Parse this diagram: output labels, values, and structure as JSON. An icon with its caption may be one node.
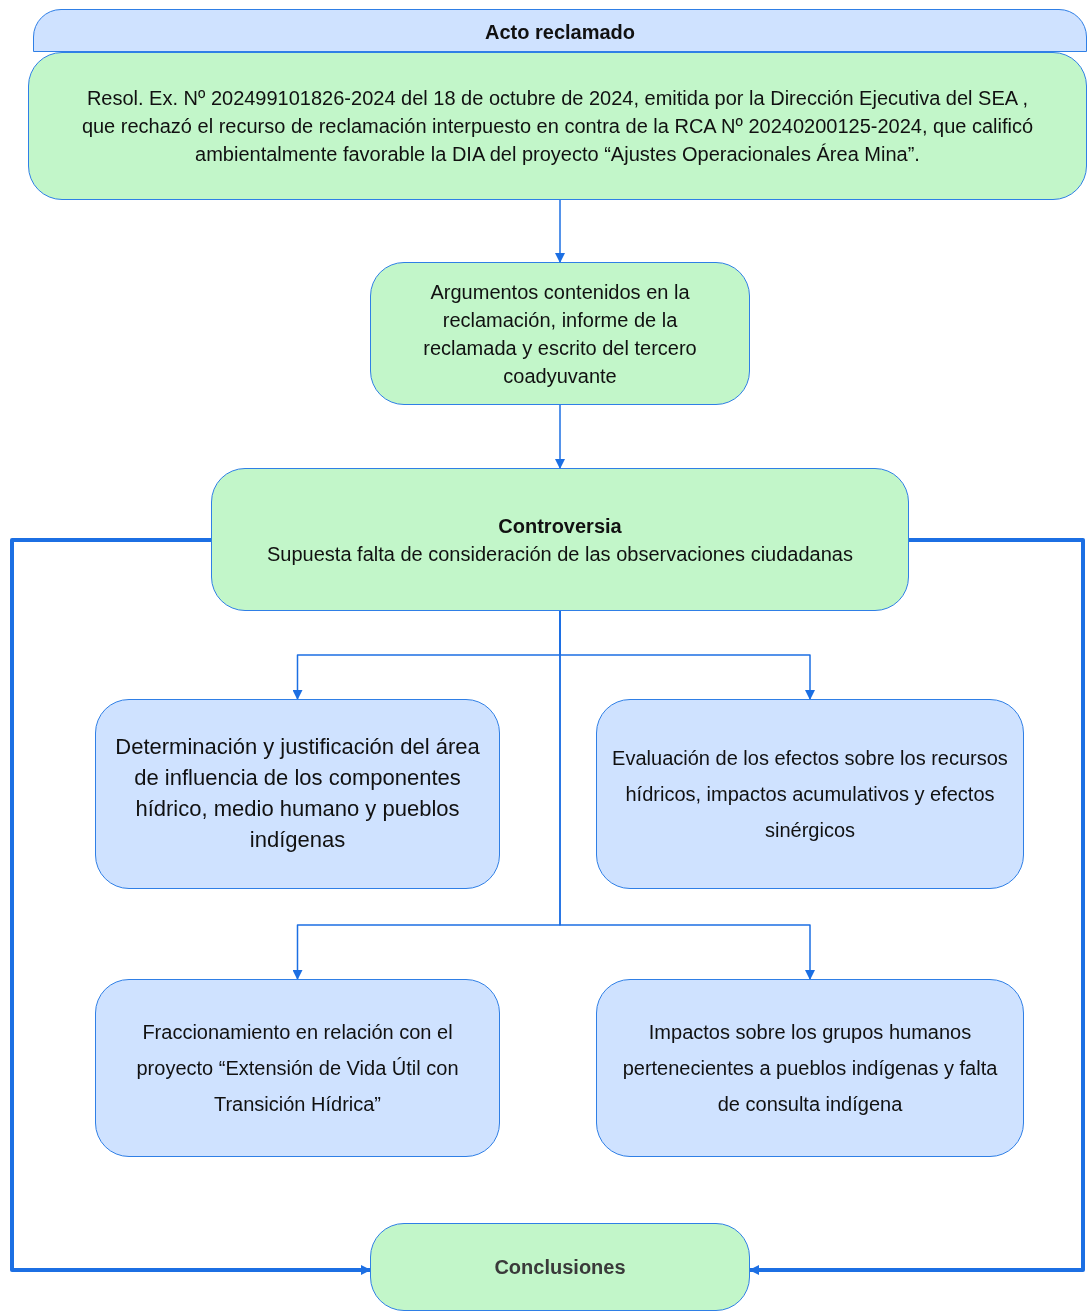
{
  "diagram": {
    "nodes": [
      {
        "text": [
          "Acto reclamado"
        ]
      },
      {
        "text": [
          "Resol. Ex. Nº 202499101826-2024 del 18 de octubre de 2024, emitida por la Dirección Ejecutiva del SEA , que rechazó el recurso de reclamación interpuesto en contra de la RCA Nº 20240200125-2024, que calificó ambientalmente favorable la DIA del proyecto “Ajustes Operacionales Área Mina”."
        ]
      },
      {
        "text": [
          "Argumentos contenidos en la reclamación, informe de la reclamada y escrito del tercero coadyuvante"
        ]
      },
      {
        "text": [
          "Controversia",
          "Supuesta falta de consideración de las observaciones ciudadanas"
        ]
      },
      {
        "text": [
          "Determinación y justificación del área de influencia de los componentes hídrico, medio humano y pueblos indígenas"
        ]
      },
      {
        "text": [
          "Evaluación de los efectos sobre los recursos hídricos, impactos acumulativos y efectos sinérgicos"
        ]
      },
      {
        "text": [
          "Fraccionamiento en relación con el proyecto “Extensión de Vida Útil con Transición Hídrica”"
        ]
      },
      {
        "text": [
          "Impactos sobre los grupos humanos pertenecientes a pueblos indígenas y falta de consulta indígena"
        ]
      },
      {
        "text": [
          "Conclusiones"
        ]
      }
    ],
    "edges": [
      {
        "from": 1,
        "to": 2,
        "arrow": "to"
      },
      {
        "from": 2,
        "to": 3,
        "arrow": "to"
      },
      {
        "from": 3,
        "to": 4,
        "arrow": "to"
      },
      {
        "from": 3,
        "to": 5,
        "arrow": "to"
      },
      {
        "from": 3,
        "to": 6,
        "arrow": "to"
      },
      {
        "from": 3,
        "to": 7,
        "arrow": "to"
      },
      {
        "from": 3,
        "to": 8,
        "arrow": "to",
        "style": "thick"
      },
      {
        "from": 3,
        "to": 8,
        "arrow": "to",
        "style": "thick"
      }
    ]
  }
}
